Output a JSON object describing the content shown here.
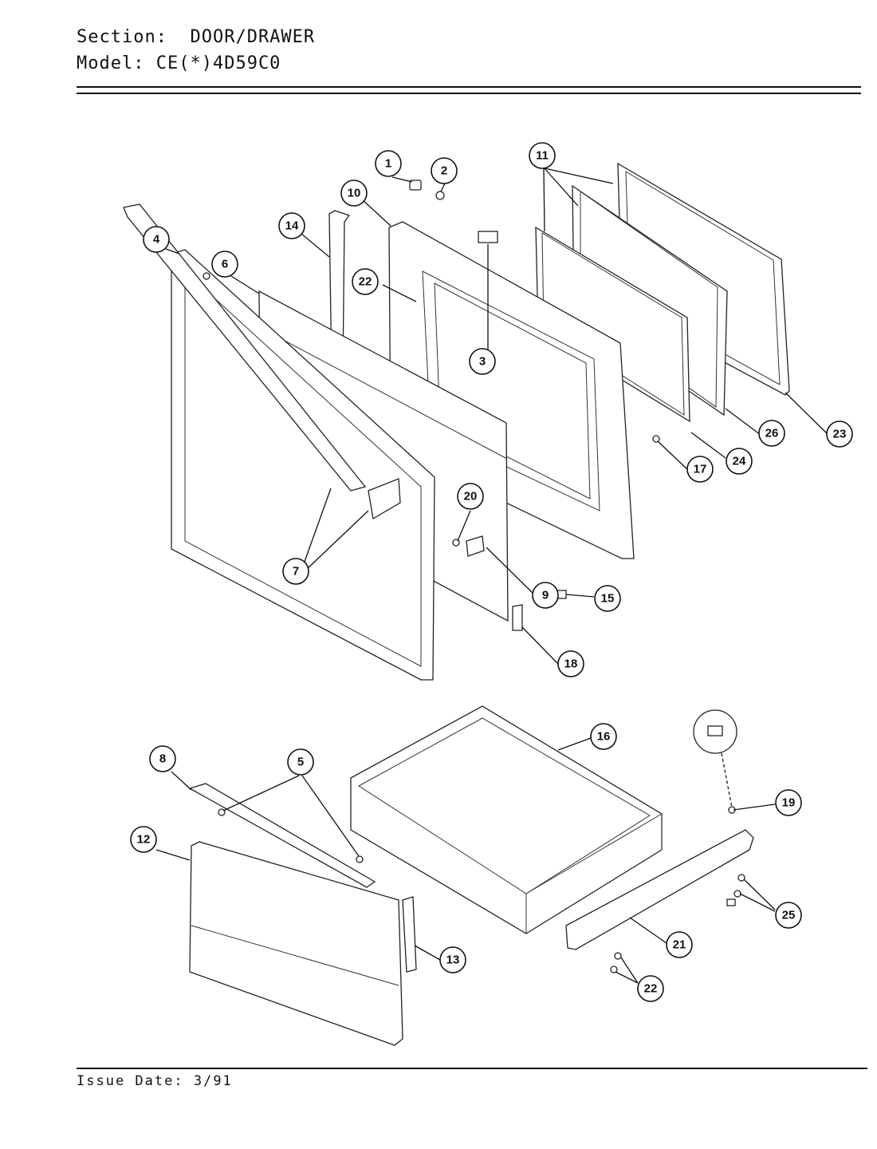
{
  "header": {
    "section_label": "Section:",
    "section_value": "DOOR/DRAWER",
    "model_label": "Model:",
    "model_value": "CE(*)4D59C0"
  },
  "footer": {
    "issue_label": "Issue Date:",
    "issue_value": "3/91"
  },
  "callouts": [
    "1",
    "2",
    "3",
    "4",
    "5",
    "6",
    "7",
    "8",
    "9",
    "10",
    "11",
    "12",
    "13",
    "14",
    "15",
    "16",
    "17",
    "18",
    "19",
    "20",
    "21",
    "22",
    "22",
    "23",
    "24",
    "25",
    "26"
  ]
}
